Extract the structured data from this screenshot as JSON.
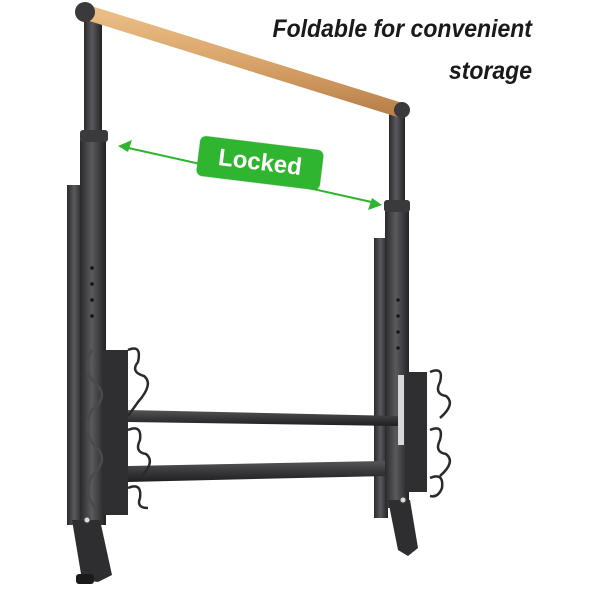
{
  "caption": {
    "line1": "Foldable for convenient",
    "line2": "storage"
  },
  "badge": {
    "label": "Locked",
    "color": "#2fb52f"
  },
  "product": {
    "description": "Foldable portable ballet barre with wooden handrail, adjustable black steel uprights, two crossbars and wire hooks on each side",
    "rail_color": "#d9a46a",
    "frame_color": "#3a3a3c"
  }
}
